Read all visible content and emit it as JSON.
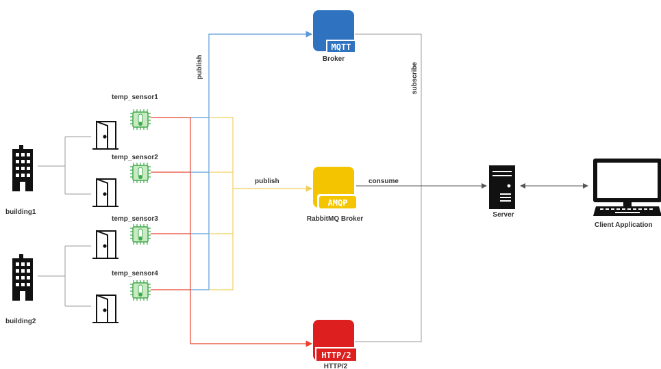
{
  "diagram": {
    "buildings": [
      {
        "label": "building1"
      },
      {
        "label": "building2"
      }
    ],
    "sensors": [
      {
        "label": "temp_sensor1"
      },
      {
        "label": "temp_sensor2"
      },
      {
        "label": "temp_sensor3"
      },
      {
        "label": "temp_sensor4"
      }
    ],
    "brokers": {
      "mqtt": {
        "badge": "MQTT",
        "label": "Broker",
        "color": "#2f72c0"
      },
      "amqp": {
        "badge": "AMQP",
        "label": "RabbitMQ Broker",
        "color": "#f5c400"
      },
      "http2": {
        "badge": "HTTP/2",
        "label": "HTTP/2",
        "color": "#dd1f1f"
      }
    },
    "edge_labels": {
      "publish_mqtt": "publish",
      "publish_amqp": "publish",
      "subscribe": "subscribe",
      "consume": "consume"
    },
    "server": {
      "label": "Server"
    },
    "client": {
      "label": "Client Application"
    },
    "colors": {
      "mqtt_line": "#5b9ad8",
      "amqp_line": "#f2cf5a",
      "http_line": "#e8422f",
      "gray_line": "#9a9a9a",
      "chip_green": "#3fa94a"
    }
  }
}
